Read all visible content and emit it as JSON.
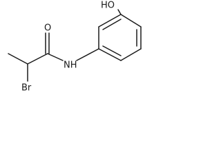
{
  "molecule": {
    "atom_labels": {
      "hydroxyl": "HO",
      "carbonyl_oxygen": "O",
      "amide_nitrogen": "NH",
      "bromine": "Br"
    }
  }
}
